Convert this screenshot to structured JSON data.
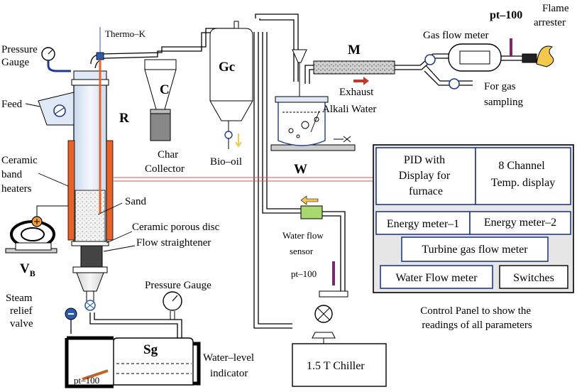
{
  "labels": {
    "thermo_k": "Thermo–K",
    "pressure_gauge_top_line1": "Pressure",
    "pressure_gauge_top_line2": "Gauge",
    "feed": "Feed",
    "reactor": "R",
    "ceramic_band_line1": "Ceramic",
    "ceramic_band_line2": "band",
    "ceramic_band_line3": "heaters",
    "sand": "Sand",
    "ceramic_disc": "Ceramic porous disc",
    "flow_straightener": "Flow straightener",
    "vb_main": "V",
    "vb_sub": "B",
    "cyclone": "C",
    "char_line1": "Char",
    "char_line2": "Collector",
    "gc": "Gc",
    "bio_oil": "Bio–oil",
    "w": "W",
    "alkali_water": "Alkali Water",
    "exhaust": "Exhaust",
    "m": "M",
    "gas_flow_meter": "Gas flow meter",
    "pt100_top": "pt–100",
    "flame_line1": "Flame",
    "flame_line2": "arrester",
    "gas_sampling_line1": "For gas",
    "gas_sampling_line2": "sampling",
    "water_flow_line1": "Water flow",
    "water_flow_line2": "sensor",
    "pt100_mid": "pt–100",
    "pressure_gauge_bottom": "Pressure Gauge",
    "steam_line1": "Steam",
    "steam_line2": "relief",
    "steam_line3": "valve",
    "sg": "Sg",
    "pt100_bottom": "pt–100",
    "water_level_line1": "Water–level",
    "water_level_line2": "indicator",
    "chiller": "1.5 T Chiller"
  },
  "control_panel": {
    "pid_line1": "PID with",
    "pid_line2": "Display for",
    "pid_line3": "furnace",
    "temp_line1": "8 Channel",
    "temp_line2": "Temp. display",
    "energy1": "Energy meter–1",
    "energy2": "Energy meter–2",
    "turbine": "Turbine gas flow meter",
    "water_flow": "Water Flow meter",
    "switches": "Switches",
    "caption_line1": "Control Panel to show the",
    "caption_line2": "readings of all parameters"
  },
  "colors": {
    "heater": "#e8632a",
    "pipe_red": "#d9534f",
    "panel_border": "#1f3b8f",
    "sensor_green": "#a8d86e",
    "pt100_purple": "#7a2a6a",
    "flame_yellow": "#f2c94c",
    "thermo_blue": "#2a5db0"
  }
}
